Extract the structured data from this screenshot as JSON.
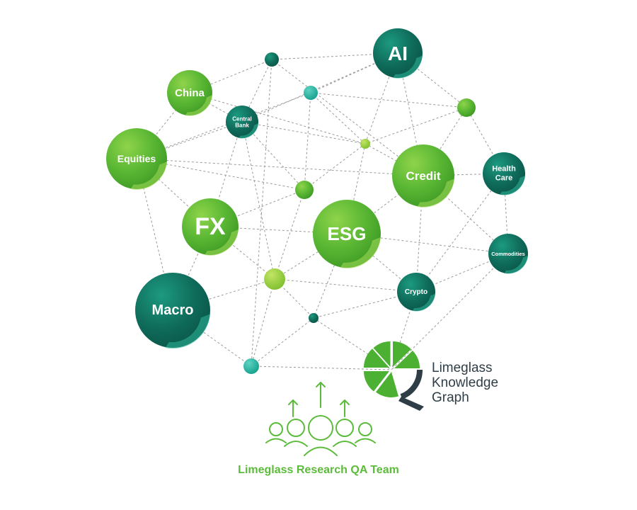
{
  "nodes": [
    {
      "id": "ai",
      "label": "AI",
      "style": "teal"
    },
    {
      "id": "china",
      "label": "China",
      "style": "green"
    },
    {
      "id": "central_bank",
      "label": "Central\nBank",
      "style": "teal"
    },
    {
      "id": "equities",
      "label": "Equities",
      "style": "green"
    },
    {
      "id": "credit",
      "label": "Credit",
      "style": "green"
    },
    {
      "id": "health_care",
      "label": "Health\nCare",
      "style": "teal"
    },
    {
      "id": "fx",
      "label": "FX",
      "style": "green"
    },
    {
      "id": "esg",
      "label": "ESG",
      "style": "green"
    },
    {
      "id": "commodities",
      "label": "Commodities",
      "style": "teal"
    },
    {
      "id": "macro",
      "label": "Macro",
      "style": "teal"
    },
    {
      "id": "crypto",
      "label": "Crypto",
      "style": "teal"
    },
    {
      "id": "dot1",
      "label": "",
      "style": "teal"
    },
    {
      "id": "dot2",
      "label": "",
      "style": "aqua"
    },
    {
      "id": "dot3",
      "label": "",
      "style": "green"
    },
    {
      "id": "dot4",
      "label": "",
      "style": "lime"
    },
    {
      "id": "dot5",
      "label": "",
      "style": "green"
    },
    {
      "id": "dot6",
      "label": "",
      "style": "lime"
    },
    {
      "id": "dot7",
      "label": "",
      "style": "teal"
    },
    {
      "id": "dot8",
      "label": "",
      "style": "aqua"
    }
  ],
  "edges": [
    [
      "dot1",
      "ai"
    ],
    [
      "dot1",
      "china"
    ],
    [
      "dot1",
      "central_bank"
    ],
    [
      "dot1",
      "dot8"
    ],
    [
      "dot1",
      "credit"
    ],
    [
      "ai",
      "dot2"
    ],
    [
      "ai",
      "dot4"
    ],
    [
      "ai",
      "dot3"
    ],
    [
      "ai",
      "credit"
    ],
    [
      "ai",
      "central_bank"
    ],
    [
      "china",
      "central_bank"
    ],
    [
      "china",
      "equities"
    ],
    [
      "china",
      "dot4"
    ],
    [
      "central_bank",
      "dot5"
    ],
    [
      "central_bank",
      "fx"
    ],
    [
      "central_bank",
      "equities"
    ],
    [
      "central_bank",
      "dot6"
    ],
    [
      "dot2",
      "dot4"
    ],
    [
      "dot2",
      "dot5"
    ],
    [
      "dot2",
      "equities"
    ],
    [
      "dot2",
      "dot3"
    ],
    [
      "dot3",
      "health_care"
    ],
    [
      "dot3",
      "credit"
    ],
    [
      "dot3",
      "dot4"
    ],
    [
      "dot4",
      "esg"
    ],
    [
      "dot4",
      "dot5"
    ],
    [
      "dot4",
      "credit"
    ],
    [
      "dot4",
      "central_bank"
    ],
    [
      "equities",
      "dot5"
    ],
    [
      "equities",
      "fx"
    ],
    [
      "equities",
      "macro"
    ],
    [
      "equities",
      "credit"
    ],
    [
      "credit",
      "health_care"
    ],
    [
      "credit",
      "esg"
    ],
    [
      "credit",
      "crypto"
    ],
    [
      "credit",
      "commodities"
    ],
    [
      "health_care",
      "commodities"
    ],
    [
      "health_care",
      "crypto"
    ],
    [
      "fx",
      "esg"
    ],
    [
      "fx",
      "dot6"
    ],
    [
      "fx",
      "macro"
    ],
    [
      "fx",
      "dot5"
    ],
    [
      "esg",
      "crypto"
    ],
    [
      "esg",
      "commodities"
    ],
    [
      "esg",
      "dot6"
    ],
    [
      "esg",
      "dot7"
    ],
    [
      "commodities",
      "crypto"
    ],
    [
      "commodities",
      "logo"
    ],
    [
      "macro",
      "dot6"
    ],
    [
      "macro",
      "dot8"
    ],
    [
      "dot6",
      "crypto"
    ],
    [
      "dot6",
      "dot7"
    ],
    [
      "dot6",
      "dot8"
    ],
    [
      "dot6",
      "dot5"
    ],
    [
      "dot7",
      "dot8"
    ],
    [
      "dot7",
      "logo"
    ],
    [
      "crypto",
      "logo"
    ],
    [
      "crypto",
      "dot7"
    ],
    [
      "dot8",
      "logo"
    ]
  ],
  "logo": {
    "line1": "Limeglass",
    "line2": "Knowledge",
    "line3": "Graph"
  },
  "team": {
    "title": "Limeglass Research QA Team"
  },
  "colors": {
    "teal": "#0f6b5a",
    "teal_light": "#1a9a82",
    "green": "#52b630",
    "green_light": "#8ed24a",
    "lime": "#9ccf3c",
    "aqua": "#22b5a3",
    "logo_dark": "#2f3e46",
    "logo_green": "#4cb032",
    "team_green": "#5cbb3b",
    "edge": "#9a9a9a"
  }
}
